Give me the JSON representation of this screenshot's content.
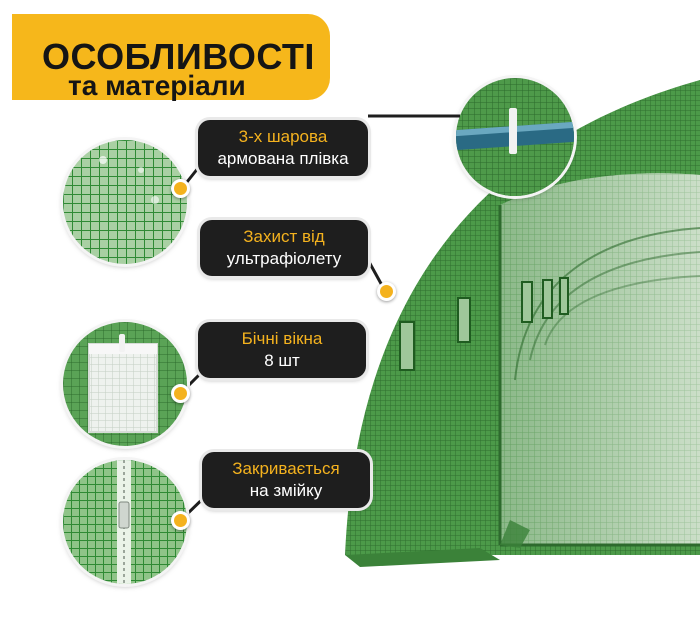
{
  "header": {
    "title": "ОСОБЛИВОСТІ",
    "subtitle": "та матеріали"
  },
  "features": [
    {
      "line1": "3-х шарова",
      "line2": "армована плівка",
      "image": "reinforced-film-closeup"
    },
    {
      "line1": "Захист від",
      "line2": "ультрафіолету",
      "image": "greenhouse-arch"
    },
    {
      "line1": "Бічні вікна",
      "line2": "8 шт",
      "image": "side-window-closeup"
    },
    {
      "line1": "Закривається",
      "line2": "на змійку",
      "image": "zipper-closeup"
    }
  ],
  "colors": {
    "banner": "#f6b71b",
    "accent": "#f4b21e",
    "badge_bg": "#1e1e1e",
    "greenhouse_green": "#3d8a3c"
  }
}
